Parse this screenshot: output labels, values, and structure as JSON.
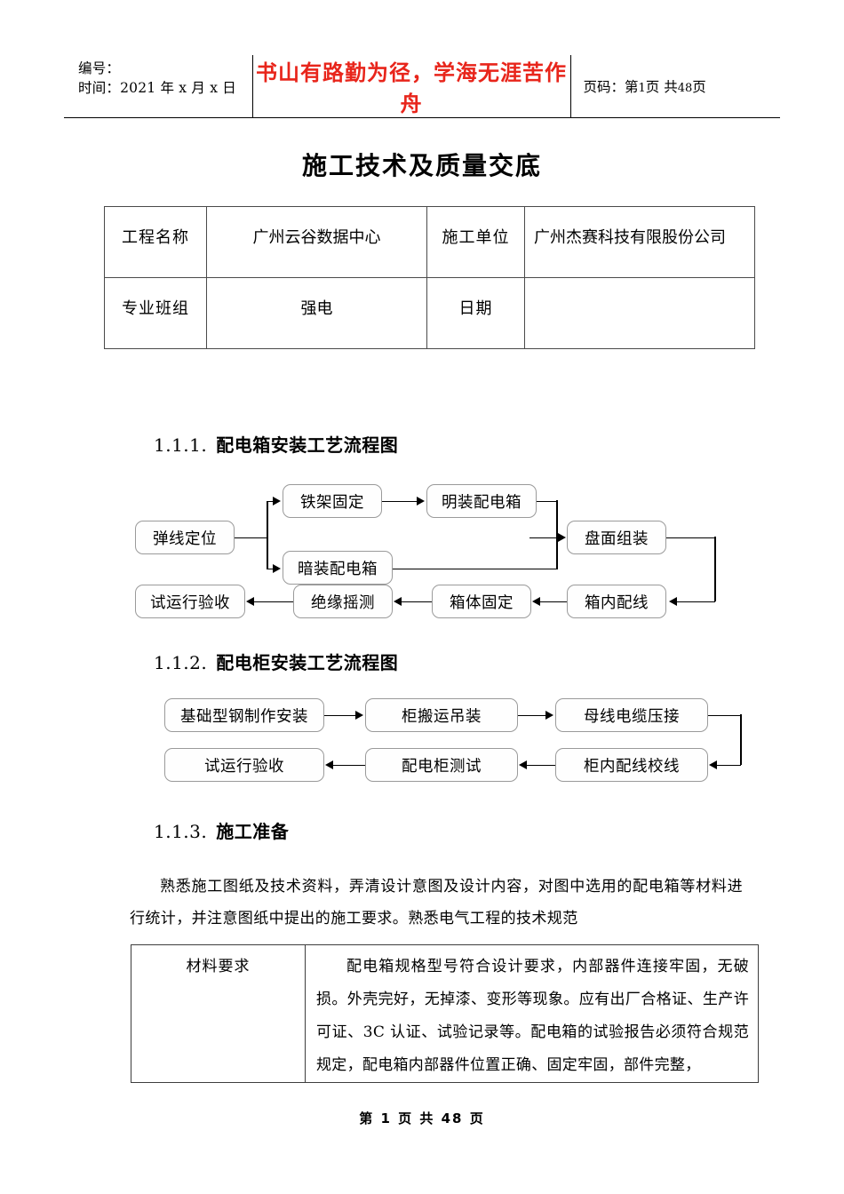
{
  "header": {
    "id_label": "编号：",
    "time_label": "时间：2021 年 x 月 x 日",
    "motto": "书山有路勤为径，学海无涯苦作舟",
    "page_prefix": "页码：第",
    "page_current": "1",
    "page_mid": "页 共",
    "page_total": "48",
    "page_suffix": "页"
  },
  "doc_title": "施工技术及质量交底",
  "info_table": {
    "rows": [
      {
        "label": "工程名称",
        "value": "广州云谷数据中心",
        "label2": "施工单位",
        "value2": "广州杰赛科技有限股份公司"
      },
      {
        "label": "专业班组",
        "value": "强电",
        "label2": "日期",
        "value2": ""
      }
    ]
  },
  "sections": [
    {
      "number": "1.1.1.",
      "title": "配电箱安装工艺流程图"
    },
    {
      "number": "1.1.2.",
      "title": "配电柜安装工艺流程图"
    },
    {
      "number": "1.1.3.",
      "title": "施工准备"
    }
  ],
  "flowchart_1": {
    "nodes": [
      {
        "id": "n1",
        "label": "弹线定位"
      },
      {
        "id": "n2",
        "label": "铁架固定"
      },
      {
        "id": "n3",
        "label": "明装配电箱"
      },
      {
        "id": "n4",
        "label": "暗装配电箱"
      },
      {
        "id": "n5",
        "label": "盘面组装"
      },
      {
        "id": "n6",
        "label": "箱内配线"
      },
      {
        "id": "n7",
        "label": "箱体固定"
      },
      {
        "id": "n8",
        "label": "绝缘摇测"
      },
      {
        "id": "n9",
        "label": "试运行验收"
      }
    ]
  },
  "flowchart_2": {
    "nodes": [
      {
        "id": "m1",
        "label": "基础型钢制作安装"
      },
      {
        "id": "m2",
        "label": "柜搬运吊装"
      },
      {
        "id": "m3",
        "label": "母线电缆压接"
      },
      {
        "id": "m4",
        "label": "柜内配线校线"
      },
      {
        "id": "m5",
        "label": "配电柜测试"
      },
      {
        "id": "m6",
        "label": "试运行验收"
      }
    ]
  },
  "body_paragraph": "熟悉施工图纸及技术资料，弄清设计意图及设计内容，对图中选用的配电箱等材料进行统计，并注意图纸中提出的施工要求。熟悉电气工程的技术规范",
  "material_table": {
    "label": "材料要求",
    "content": "配电箱规格型号符合设计要求，内部器件连接牢固，无破损。外壳完好，无掉漆、变形等现象。应有出厂合格证、生产许可证、3C 认证、试验记录等。配电箱的试验报告必须符合规范规定，配电箱内部器件位置正确、固定牢固，部件完整，"
  },
  "footer": {
    "text": "第 1 页 共 48 页"
  },
  "colors": {
    "motto_red": "#e8251b",
    "rule_black": "#000000",
    "box_border": "#9a9a9a"
  }
}
